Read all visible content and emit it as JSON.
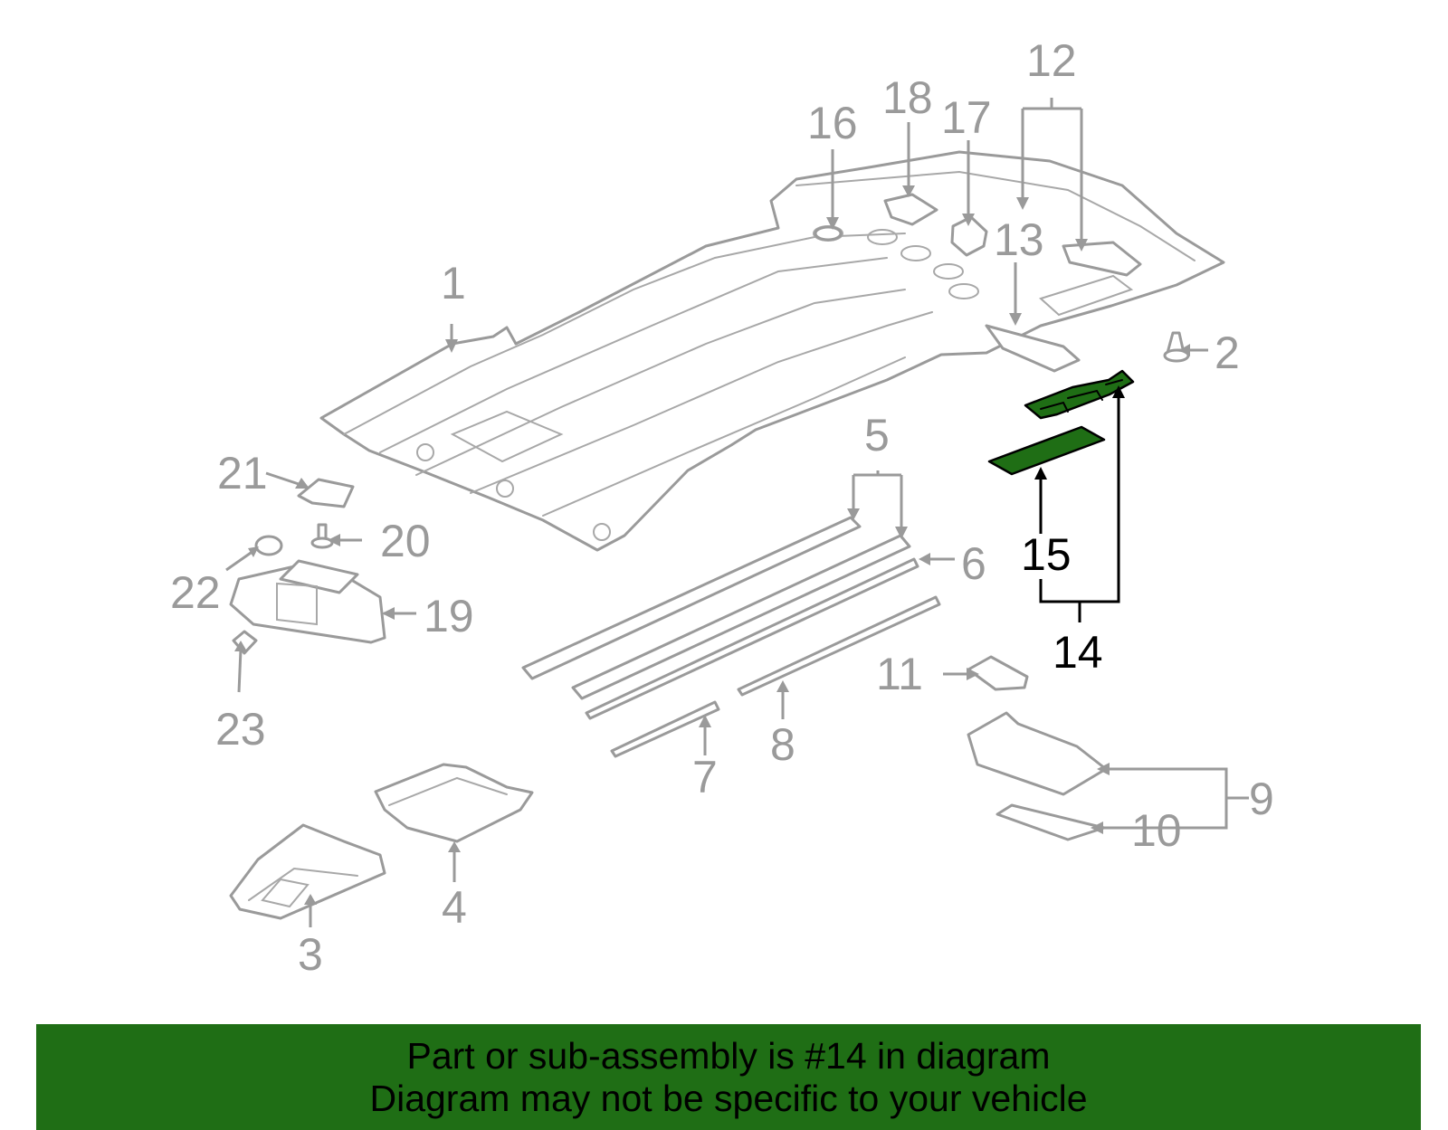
{
  "diagram": {
    "callouts": {
      "c1": "1",
      "c2": "2",
      "c3": "3",
      "c4": "4",
      "c5": "5",
      "c6": "6",
      "c7": "7",
      "c8": "8",
      "c9": "9",
      "c10": "10",
      "c11": "11",
      "c12": "12",
      "c13": "13",
      "c14": "14",
      "c15": "15",
      "c16": "16",
      "c17": "17",
      "c18": "18",
      "c19": "19",
      "c20": "20",
      "c21": "21",
      "c22": "22",
      "c23": "23"
    },
    "highlighted_callouts": [
      "14",
      "15"
    ],
    "colors": {
      "highlight": "#1f6e15",
      "part_outline": "#9a9a9a",
      "highlight_label": "#000000"
    }
  },
  "banner": {
    "line1": "Part or sub-assembly is #14 in diagram",
    "line2": "Diagram may not be specific to your vehicle"
  }
}
